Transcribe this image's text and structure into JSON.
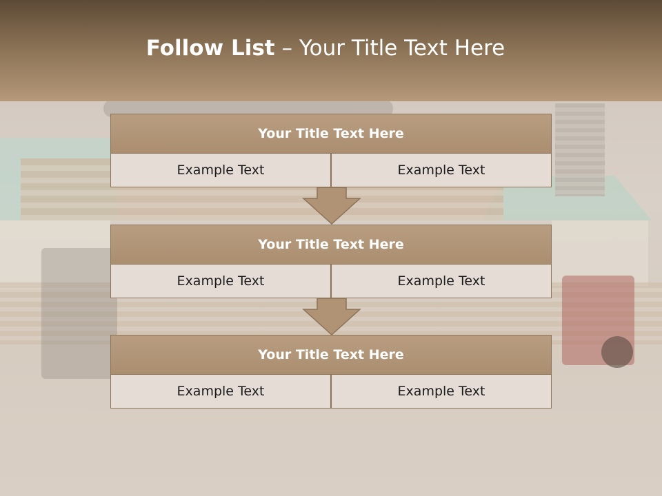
{
  "slide": {
    "title_bold": "Follow List",
    "title_rest": " – Your Title Text Here"
  },
  "steps": [
    {
      "title": "Your Title Text Here",
      "left": "Example Text",
      "right": "Example Text"
    },
    {
      "title": "Your Title Text Here",
      "left": "Example Text",
      "right": "Example Text"
    },
    {
      "title": "Your Title Text Here",
      "left": "Example Text",
      "right": "Example Text"
    }
  ],
  "colors": {
    "header_top": "#5d4a36",
    "header_bottom": "#b6987a",
    "box_fill": "#b09375",
    "cell_fill": "#e6dcd6",
    "border": "#8b7359"
  }
}
